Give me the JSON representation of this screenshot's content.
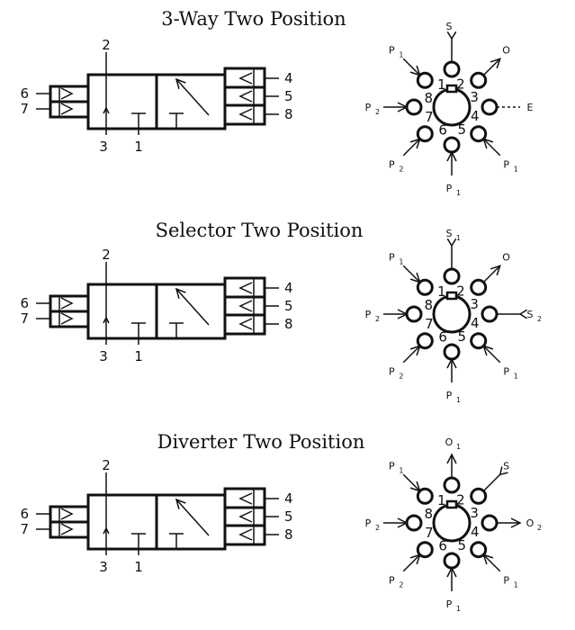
{
  "diagrams": [
    {
      "title": "3-Way Two Position",
      "valve": {
        "left_ports": [
          "6",
          "7"
        ],
        "right_ports": [
          "4",
          "5",
          "8"
        ],
        "top_port": "2",
        "bottom_ports": [
          "3",
          "1"
        ]
      },
      "rotary": {
        "position_numbers": [
          "1",
          "2",
          "3",
          "4",
          "5",
          "6",
          "7",
          "8"
        ],
        "connections": [
          {
            "label": "S",
            "sub": ""
          },
          {
            "label": "O",
            "sub": ""
          },
          {
            "label": "E",
            "sub": ""
          },
          {
            "label": "P",
            "sub": "1"
          },
          {
            "label": "P",
            "sub": "1"
          },
          {
            "label": "P",
            "sub": "2"
          },
          {
            "label": "P",
            "sub": "2"
          },
          {
            "label": "P",
            "sub": "1"
          }
        ]
      }
    },
    {
      "title": "Selector Two Position",
      "valve": {
        "left_ports": [
          "6",
          "7"
        ],
        "right_ports": [
          "4",
          "5",
          "8"
        ],
        "top_port": "2",
        "bottom_ports": [
          "3",
          "1"
        ]
      },
      "rotary": {
        "position_numbers": [
          "1",
          "2",
          "3",
          "4",
          "5",
          "6",
          "7",
          "8"
        ],
        "connections": [
          {
            "label": "S",
            "sub": "1"
          },
          {
            "label": "O",
            "sub": ""
          },
          {
            "label": "S",
            "sub": "2"
          },
          {
            "label": "P",
            "sub": "1"
          },
          {
            "label": "P",
            "sub": "1"
          },
          {
            "label": "P",
            "sub": "2"
          },
          {
            "label": "P",
            "sub": "2"
          },
          {
            "label": "P",
            "sub": "1"
          }
        ]
      }
    },
    {
      "title": "Diverter Two Position",
      "valve": {
        "left_ports": [
          "6",
          "7"
        ],
        "right_ports": [
          "4",
          "5",
          "8"
        ],
        "top_port": "2",
        "bottom_ports": [
          "3",
          "1"
        ]
      },
      "rotary": {
        "position_numbers": [
          "1",
          "2",
          "3",
          "4",
          "5",
          "6",
          "7",
          "8"
        ],
        "connections": [
          {
            "label": "O",
            "sub": "1"
          },
          {
            "label": "S",
            "sub": ""
          },
          {
            "label": "O",
            "sub": "2"
          },
          {
            "label": "P",
            "sub": "1"
          },
          {
            "label": "P",
            "sub": "1"
          },
          {
            "label": "P",
            "sub": "2"
          },
          {
            "label": "P",
            "sub": "2"
          },
          {
            "label": "P",
            "sub": "1"
          }
        ]
      }
    }
  ]
}
